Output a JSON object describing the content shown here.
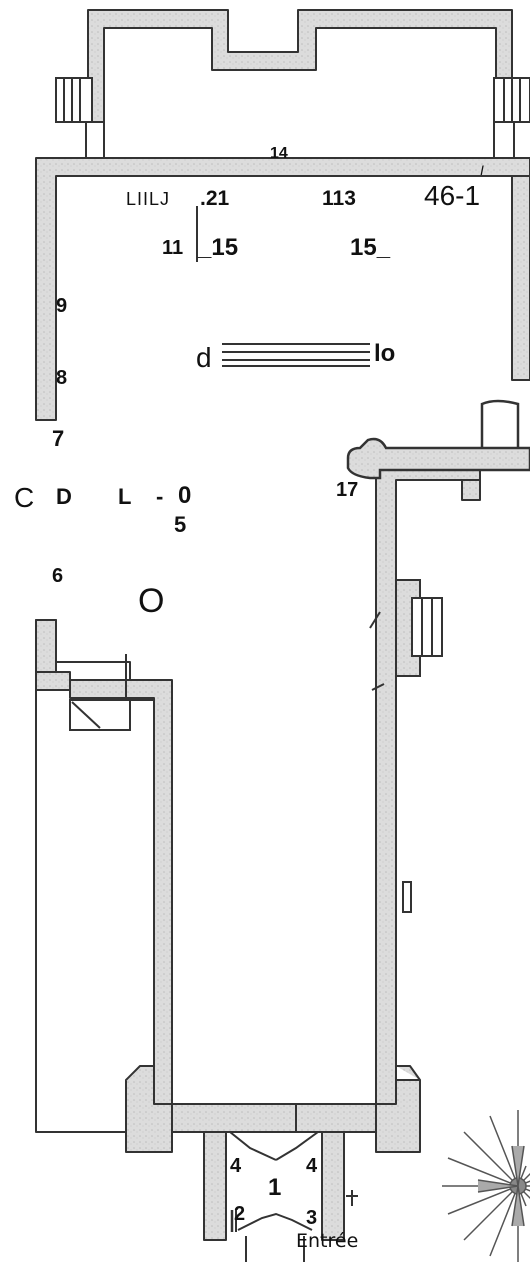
{
  "plan": {
    "labels": {
      "tl_box": "LIILJ",
      "n21": ".21",
      "n113": "113",
      "n46": "46-1",
      "n11": "11",
      "n15a": "_15",
      "n15b": "15_",
      "n9": "9",
      "n8": "8",
      "d": "d",
      "lo": "lo",
      "n7": "7",
      "C": "C",
      "D": "D",
      "L": "L",
      "dash": "-",
      "n0": "0",
      "n5": "5",
      "n17": "17",
      "n6": "6",
      "O": "O",
      "n4a": "4",
      "n4b": "4",
      "n1": "1",
      "n2": "2",
      "n3": "3",
      "n14": "14",
      "italic_1": "I",
      "cross": "+",
      "entree": "Entrée"
    },
    "colors": {
      "wall_fill": "#dddddd",
      "wall_stroke": "#333333",
      "ink": "#111111"
    }
  }
}
